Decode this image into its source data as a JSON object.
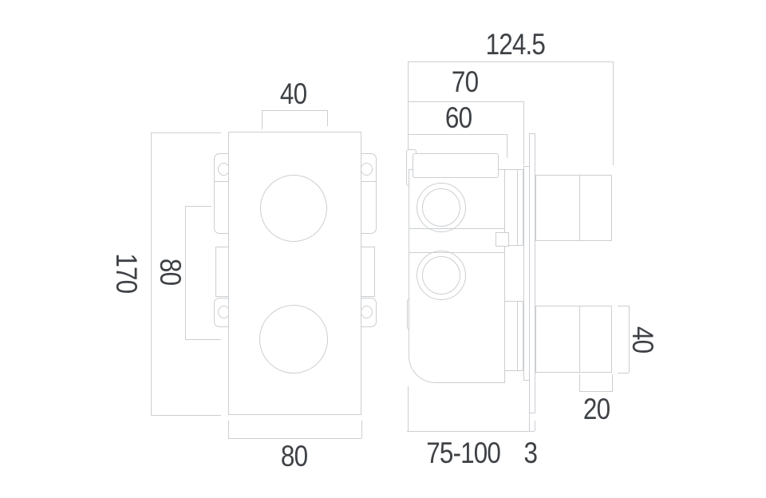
{
  "drawing": {
    "kind": "technical-dimension-drawing",
    "subject": "concealed-twin-thermostatic-valve",
    "views": {
      "front": "front-view",
      "side": "side-view"
    }
  },
  "front_view": {
    "dims": {
      "top_width": "40",
      "height": "170",
      "hole_spacing": "80",
      "bottom_width": "80"
    }
  },
  "side_view": {
    "dims": {
      "total_depth": "124.5",
      "depth_to_cartridge": "70",
      "body_depth": "60",
      "install_depth_range": "75-100",
      "plate_thickness": "3",
      "handle_cap_depth": "20",
      "handle_height": "40"
    }
  },
  "colors": {
    "line": "#cbced1",
    "text": "#3e4145",
    "background": "#ffffff"
  }
}
